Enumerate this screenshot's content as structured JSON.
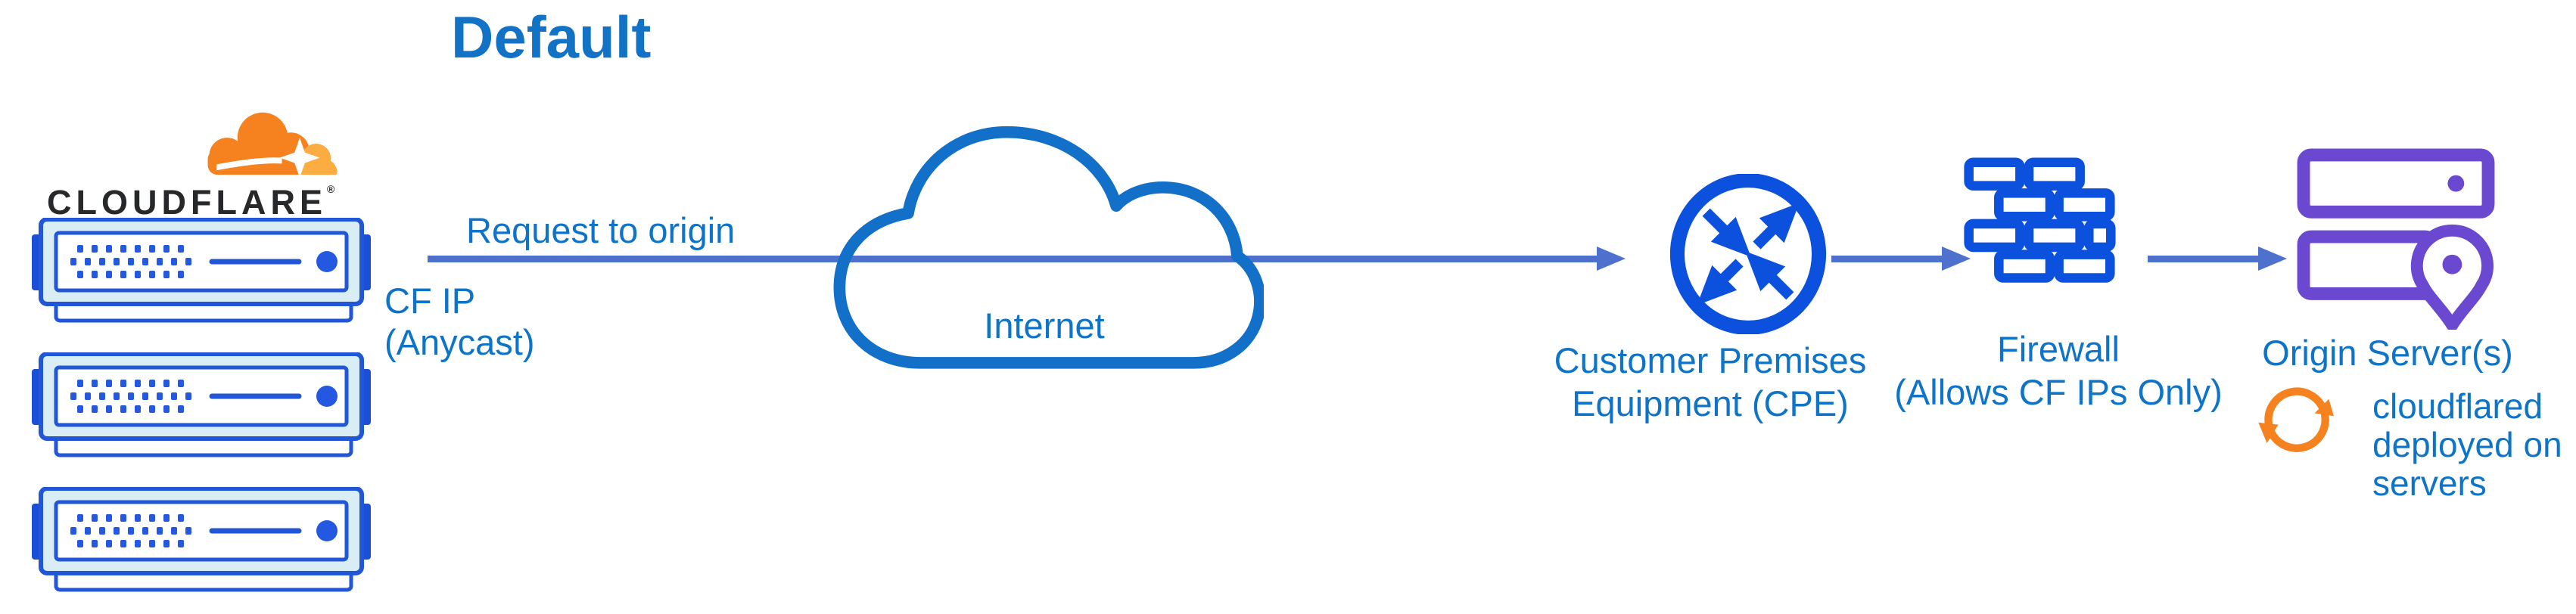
{
  "diagram": {
    "title": "Default",
    "brand": {
      "wordmark": "CLOUDFLARE",
      "registered_mark": "®"
    },
    "edge_network": {
      "ip_label_line1": "CF IP",
      "ip_label_line2": "(Anycast)"
    },
    "flow": {
      "request_label": "Request to origin"
    },
    "internet": {
      "label": "Internet"
    },
    "cpe": {
      "label_line1": "Customer Premises",
      "label_line2": "Equipment (CPE)"
    },
    "firewall": {
      "label_line1": "Firewall",
      "label_line2": "(Allows CF IPs Only)"
    },
    "origin": {
      "label": "Origin Server(s)",
      "note_line1": "cloudflared",
      "note_line2": "deployed on",
      "note_line3": "servers"
    },
    "icons": {
      "cloudflare-logo-icon": "orange cloud logo",
      "edge-server-icon": "blue rack server (x3)",
      "internet-cloud-icon": "outlined cloud",
      "cpe-router-icon": "circle with four diagonal arrows",
      "firewall-icon": "brick wall",
      "origin-server-icon": "purple server bars with location pin",
      "sync-icon": "orange circular arrows",
      "flow-arrow": "blue right arrow"
    },
    "colors": {
      "text_blue": "#0f74c8",
      "arrow_blue": "#4e71ce",
      "icon_blue": "#0b51dd",
      "server_blue": "#2156d6",
      "server_fill": "#d8edf4",
      "cloud_stroke": "#1270c8",
      "origin_purple": "#6a49d0",
      "cf_orange": "#f6821f",
      "cf_orange_light": "#fbad41",
      "wordmark_dark": "#26282a",
      "background": "#ffffff"
    }
  }
}
